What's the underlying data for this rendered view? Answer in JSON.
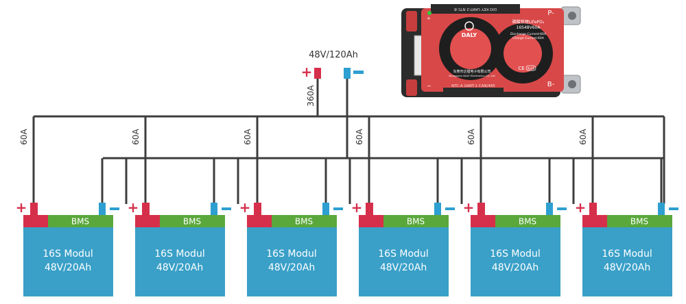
{
  "main_output": {
    "rating": "48V/120Ah",
    "current": "360A"
  },
  "modules": [
    {
      "name": "16S Modul",
      "rating": "48V/20Ah",
      "bms": "BMS",
      "fuse": "60A"
    },
    {
      "name": "16S Modul",
      "rating": "48V/20Ah",
      "bms": "BMS",
      "fuse": "60A"
    },
    {
      "name": "16S Modul",
      "rating": "48V/20Ah",
      "bms": "BMS",
      "fuse": "60A"
    },
    {
      "name": "16S Modul",
      "rating": "48V/20Ah",
      "bms": "BMS",
      "fuse": "60A"
    },
    {
      "name": "16S Modul",
      "rating": "48V/20Ah",
      "bms": "BMS",
      "fuse": "60A"
    },
    {
      "name": "16S Modul",
      "rating": "48V/20Ah",
      "bms": "BMS",
      "fuse": "60A"
    }
  ],
  "device": {
    "brand": "DALY",
    "title": "磷酸铁锂LiFePO₄",
    "model": "16S48V60A",
    "spec1": "Discharge Current:60A",
    "spec2": "Charge Current:60A",
    "company_cn": "东莞市达锂电子有限公司",
    "company_en": "Dongguan DALY Electronics CO.,Ltd",
    "top_ports": "DIO   KEY   UART-2  NTC-B",
    "bottom_ports": "NTC-A  UART-1  CAN/485",
    "terminal_p": "P-",
    "terminal_b": "B-",
    "ce_mark": "CE",
    "rohs_mark": "RoHS"
  },
  "symbols": {
    "plus": "+",
    "minus": "−"
  },
  "colors": {
    "module": "#3aa0c8",
    "bms_bar": "#5aa83c",
    "positive": "#d62f4b",
    "negative": "#2e9fd1",
    "wire": "#3d3d3d",
    "device_body": "#d84848",
    "device_frame": "#2c2c2c"
  }
}
